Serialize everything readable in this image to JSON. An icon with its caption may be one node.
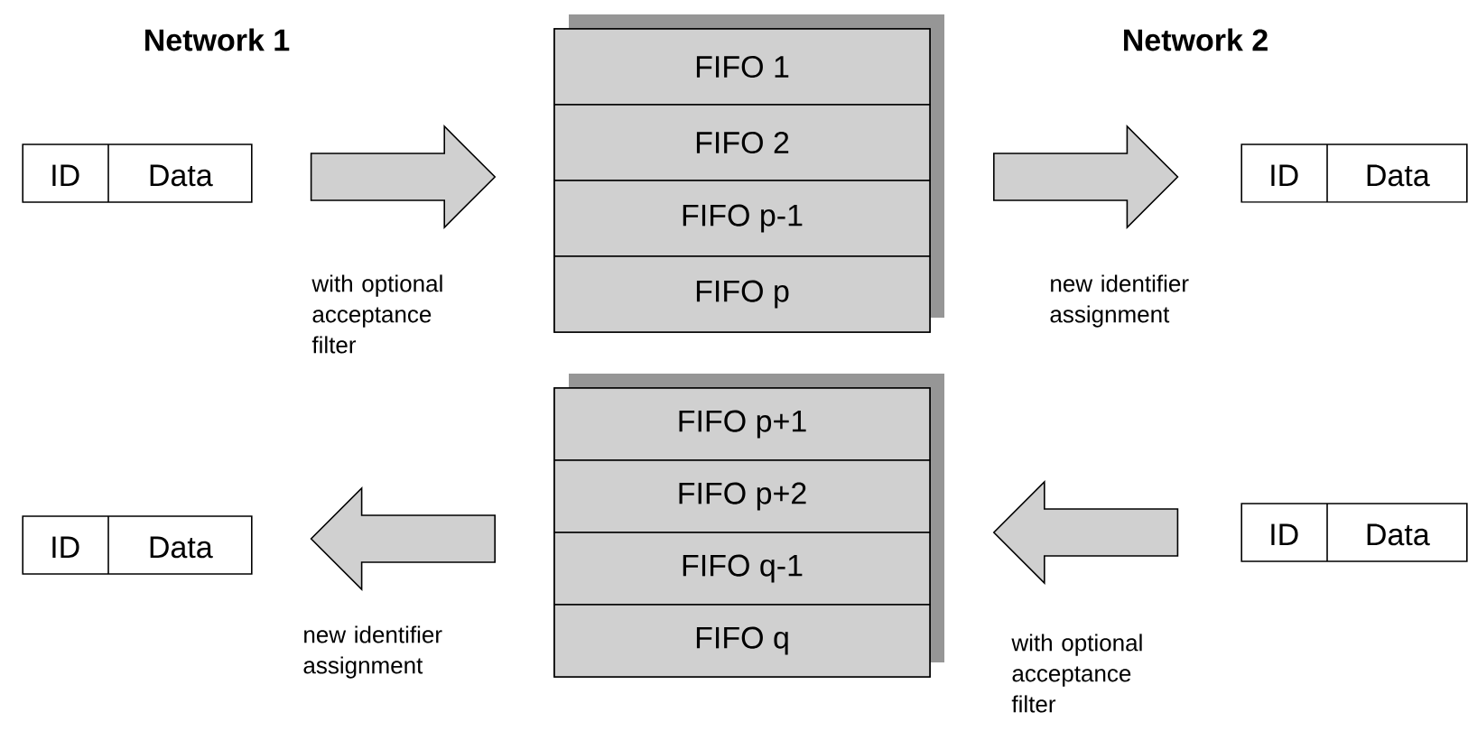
{
  "diagram": {
    "nodes": [
      {
        "text": [
          "ID",
          "Data"
        ]
      },
      {
        "text": [],
        "shape": "box"
      },
      {
        "text": [
          "FIFO 1"
        ],
        "in": 1
      },
      {
        "text": [
          "FIFO 2"
        ],
        "in": 1
      },
      {
        "text": [
          "FIFO p-1"
        ],
        "in": 1
      },
      {
        "text": [
          "FIFO p"
        ],
        "in": 1
      },
      {
        "text": [
          "ID",
          "Data"
        ]
      },
      {
        "text": [
          "ID",
          "Data"
        ]
      },
      {
        "text": [],
        "shape": "box"
      },
      {
        "text": [
          "FIFO p+1"
        ],
        "in": 8
      },
      {
        "text": [
          "FIFO p+2"
        ],
        "in": 8
      },
      {
        "text": [
          "FIFO q-1"
        ],
        "in": 8
      },
      {
        "text": [
          "FIFO q"
        ],
        "in": 8
      },
      {
        "text": [
          "ID",
          "Data"
        ]
      }
    ],
    "edges": [
      {
        "from": 0,
        "to": 1,
        "arrow": "to",
        "label": "with optional acceptance filter"
      },
      {
        "from": 1,
        "to": 6,
        "arrow": "to",
        "label": "new identifier assignment"
      },
      {
        "from": 13,
        "to": 8,
        "arrow": "to",
        "label": "with optional acceptance filter"
      },
      {
        "from": 8,
        "to": 7,
        "arrow": "to",
        "label": "new identifier assignment"
      }
    ],
    "labels": [
      "Network 1",
      "Network 2"
    ]
  }
}
